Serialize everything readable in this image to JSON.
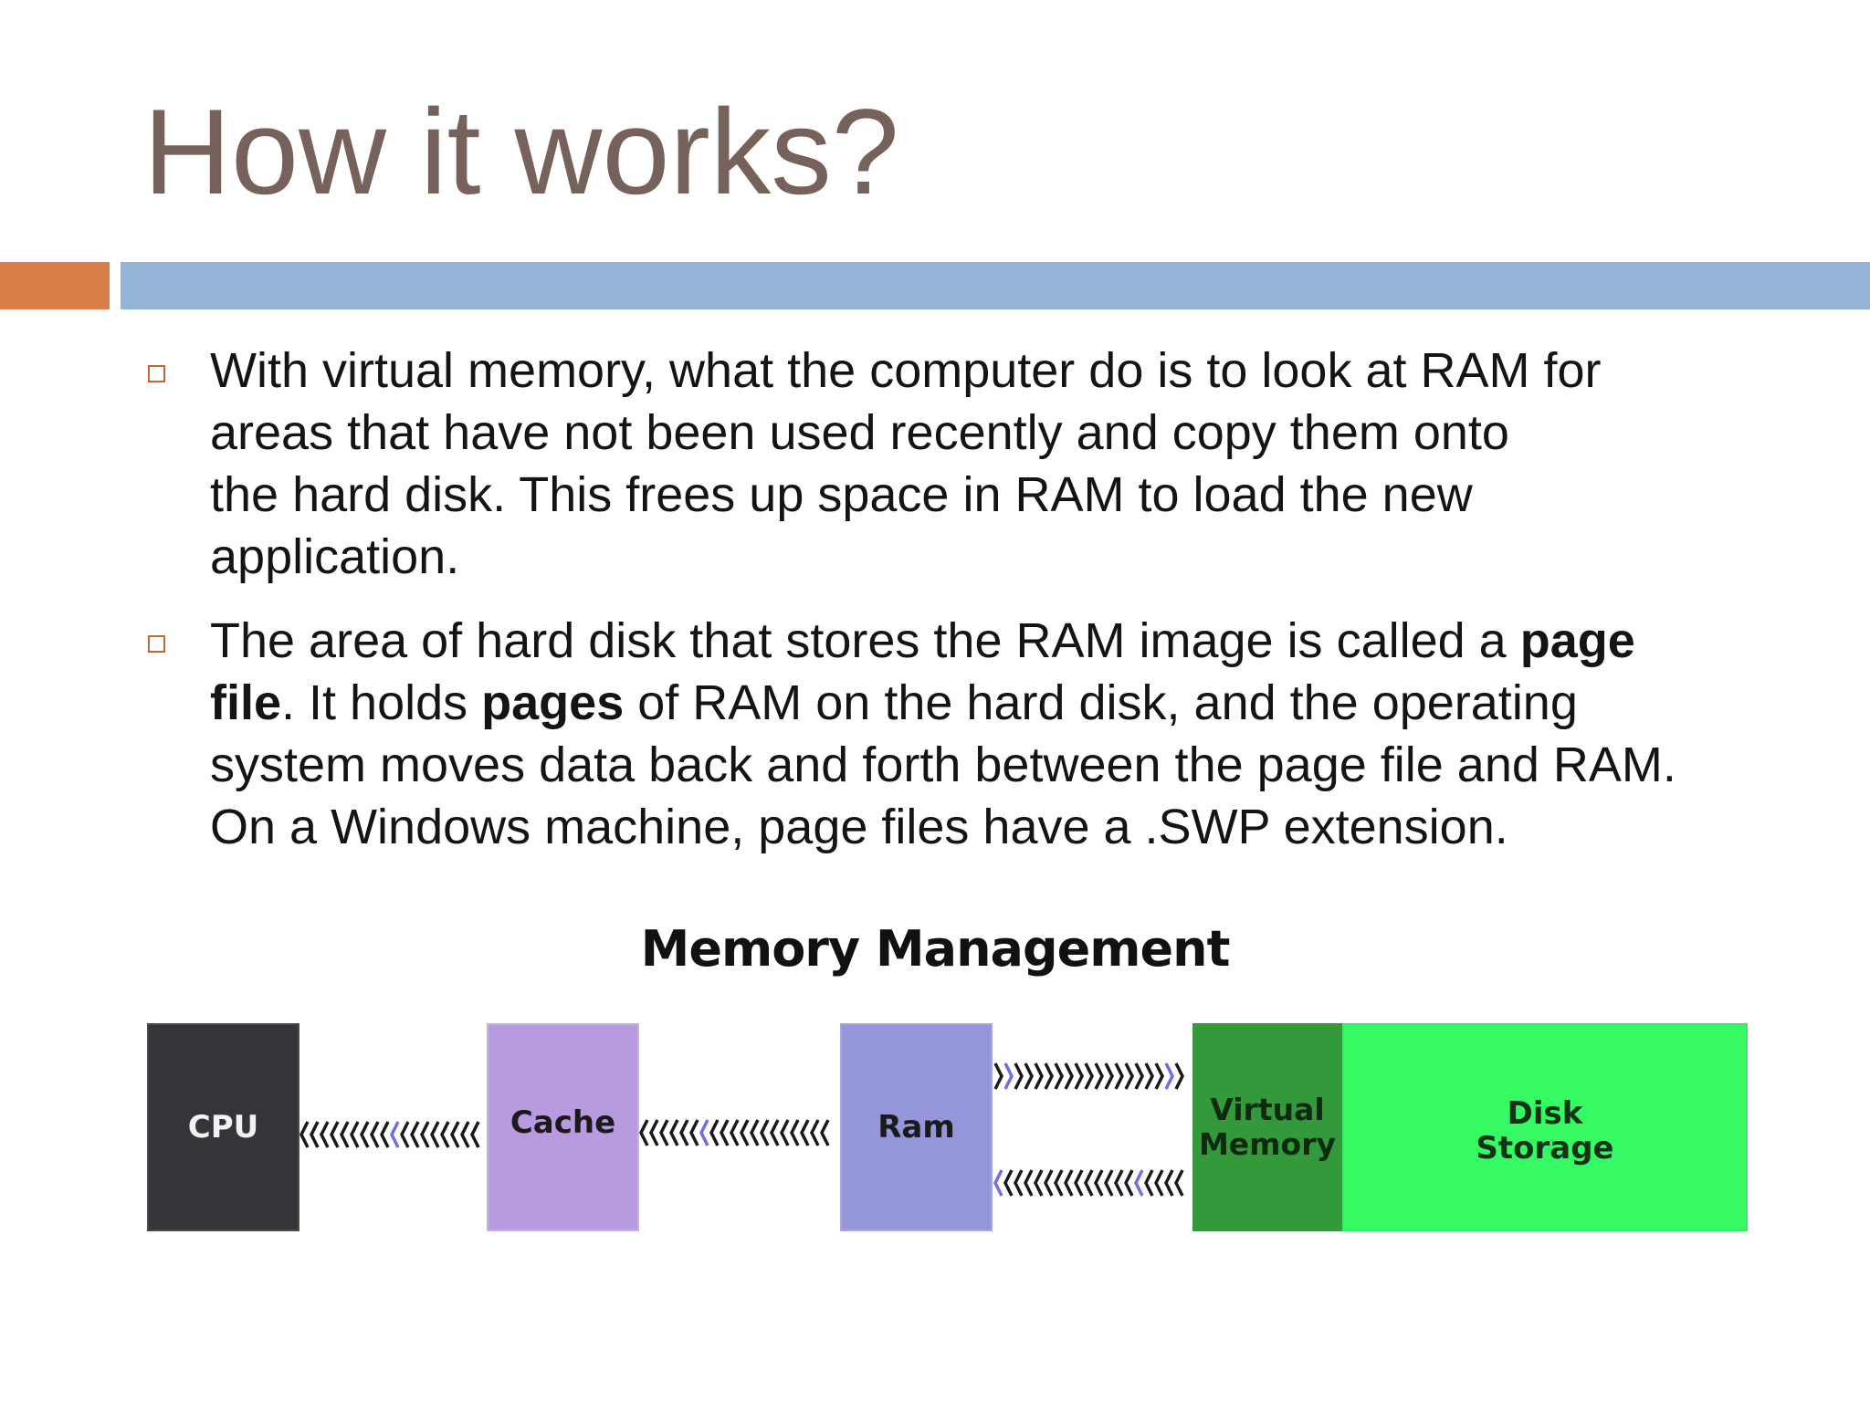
{
  "slide": {
    "title": "How it works?"
  },
  "bullets": [
    {
      "lines": [
        [
          {
            "text": "With virtual memory, what the computer do is to look at RAM for"
          }
        ],
        [
          {
            "text": "areas that have not been used recently and copy them onto"
          }
        ],
        [
          {
            "text": "the hard disk. This frees up space in RAM to load the new"
          }
        ],
        [
          {
            "text": "application."
          }
        ]
      ]
    },
    {
      "lines": [
        [
          {
            "text": "The area of hard disk that stores the RAM image is called a "
          },
          {
            "text": "page",
            "bold": true
          }
        ],
        [
          {
            "text": "file",
            "bold": true
          },
          {
            "text": ". It holds "
          },
          {
            "text": "pages",
            "bold": true
          },
          {
            "text": " of RAM on the hard disk, and the operating"
          }
        ],
        [
          {
            "text": "system moves data back and forth between the page file and RAM."
          }
        ],
        [
          {
            "text": "On a Windows machine, page files have a .SWP extension."
          }
        ]
      ]
    }
  ],
  "diagram": {
    "title": "Memory Management",
    "boxes": {
      "cpu": "CPU",
      "cache": "Cache",
      "ram": "Ram",
      "virtual_memory": "Virtual\nMemory",
      "disk_storage": "Disk\nStorage"
    },
    "colors": {
      "cpu": "#363438",
      "cache": "#b89ae0",
      "ram": "#9596da",
      "virtual_memory": "#34993a",
      "disk_storage": "#35fa64",
      "arrow_dark": "#1a1a1a",
      "arrow_accent": "#6f6fe0"
    }
  },
  "theme": {
    "title_color": "#76625a",
    "accent_orange": "#d9804a",
    "accent_blue": "#93b4d5"
  }
}
